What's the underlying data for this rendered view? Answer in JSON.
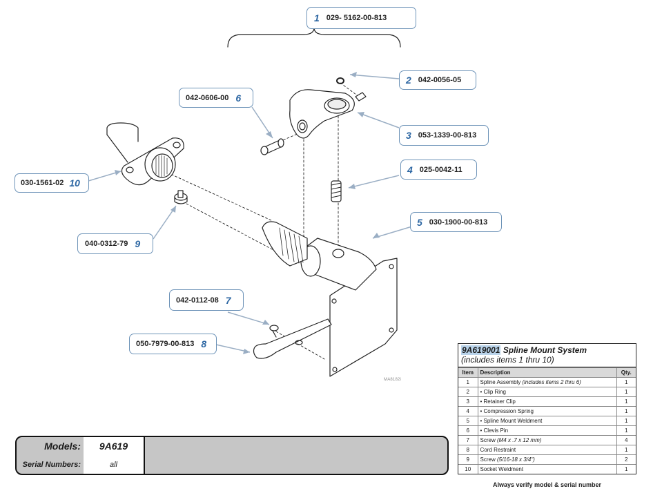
{
  "callouts": [
    {
      "num": "1",
      "part": "029- 5162-00-813"
    },
    {
      "num": "2",
      "part": "042-0056-05"
    },
    {
      "num": "3",
      "part": "053-1339-00-813"
    },
    {
      "num": "4",
      "part": "025-0042-11"
    },
    {
      "num": "5",
      "part": "030-1900-00-813"
    },
    {
      "num": "6",
      "part": "042-0606-00"
    },
    {
      "num": "7",
      "part": "042-0112-08"
    },
    {
      "num": "8",
      "part": "050-7979-00-813"
    },
    {
      "num": "9",
      "part": "040-0312-79"
    },
    {
      "num": "10",
      "part": "030-1561-02"
    }
  ],
  "figure_id": "MA8182i",
  "parts_table": {
    "code": "9A619001",
    "title": "Spline Mount System",
    "subtitle": "(includes items 1 thru 10)",
    "headers": {
      "item": "Item",
      "description": "Description",
      "qty": "Qty."
    },
    "rows": [
      {
        "item": "1",
        "desc": "Spline Assembly",
        "note": "(includes items 2 thru 6)",
        "qty": "1"
      },
      {
        "item": "2",
        "desc": "• Clip Ring",
        "note": "",
        "qty": "1"
      },
      {
        "item": "3",
        "desc": "• Retainer Clip",
        "note": "",
        "qty": "1"
      },
      {
        "item": "4",
        "desc": "• Compression Spring",
        "note": "",
        "qty": "1"
      },
      {
        "item": "5",
        "desc": "• Spline Mount Weldment",
        "note": "",
        "qty": "1"
      },
      {
        "item": "6",
        "desc": "• Clevis Pin",
        "note": "",
        "qty": "1"
      },
      {
        "item": "7",
        "desc": "Screw",
        "note": "(M4 x .7 x 12 mm)",
        "qty": "4"
      },
      {
        "item": "8",
        "desc": "Cord Restraint",
        "note": "",
        "qty": "1"
      },
      {
        "item": "9",
        "desc": "Screw",
        "note": "(5/16-18 x 3/4\")",
        "qty": "2"
      },
      {
        "item": "10",
        "desc": "Socket Weldment",
        "note": "",
        "qty": "1"
      }
    ]
  },
  "verify_note": "Always verify model & serial number",
  "models": {
    "models_label": "Models:",
    "models_value": "9A619",
    "serial_label": "Serial Numbers:",
    "serial_value": "all"
  },
  "colors": {
    "callout_border": "#6d93b8",
    "callout_number": "#2d67a3",
    "code_highlight": "#b9d3ea",
    "models_bg": "#c6c6c6"
  }
}
